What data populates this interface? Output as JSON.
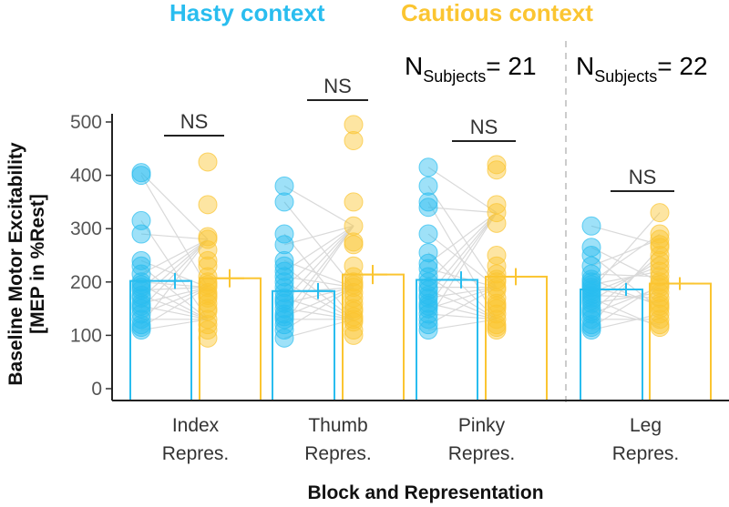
{
  "legend": [
    {
      "label": "Hasty context",
      "color": "#29BDEF"
    },
    {
      "label": "Cautious context",
      "color": "#FBC531"
    }
  ],
  "subject_counts": [
    {
      "prefix": "N",
      "sub": "Subjects",
      "suffix": "= 21"
    },
    {
      "prefix": "N",
      "sub": "Subjects",
      "suffix": "= 22"
    }
  ],
  "axes": {
    "ylabel_line1": "Baseline Motor Excitability",
    "ylabel_line2": "[MEP in %Rest]",
    "xlabel": "Block and Representation"
  },
  "colors": {
    "hasty": "#29BDEF",
    "cautious": "#FBC531",
    "connector": "#d9d9d9",
    "separator": "#cccccc"
  },
  "chart_data": {
    "type": "bar",
    "title": "",
    "xlabel": "Block and Representation",
    "ylabel": "Baseline Motor Excitability [MEP in %Rest]",
    "ylim": [
      0,
      520
    ],
    "yticks": [
      0,
      100,
      200,
      300,
      400,
      500
    ],
    "categories": [
      {
        "line1": "Index",
        "line2": "Repres."
      },
      {
        "line1": "Thumb",
        "line2": "Repres."
      },
      {
        "line1": "Pinky",
        "line2": "Repres."
      },
      {
        "line1": "Leg",
        "line2": "Repres."
      }
    ],
    "significance": [
      "NS",
      "NS",
      "NS",
      "NS"
    ],
    "series": [
      {
        "name": "Hasty context",
        "values": [
          202,
          183,
          204,
          186
        ],
        "errors": [
          15,
          15,
          16,
          12
        ]
      },
      {
        "name": "Cautious context",
        "values": [
          207,
          214,
          210,
          197
        ],
        "errors": [
          17,
          18,
          16,
          12
        ]
      }
    ],
    "subjects": [
      {
        "hasty": [
          405,
          400,
          315,
          290,
          240,
          230,
          215,
          200,
          195,
          190,
          185,
          175,
          170,
          160,
          155,
          150,
          140,
          130,
          120,
          115,
          110
        ],
        "cautious": [
          425,
          345,
          285,
          280,
          260,
          240,
          230,
          210,
          200,
          195,
          190,
          180,
          175,
          170,
          160,
          150,
          145,
          130,
          120,
          110,
          95
        ]
      },
      {
        "hasty": [
          380,
          350,
          290,
          270,
          240,
          230,
          220,
          210,
          200,
          190,
          180,
          170,
          165,
          160,
          150,
          140,
          135,
          130,
          120,
          110,
          95
        ],
        "cautious": [
          495,
          465,
          350,
          305,
          275,
          270,
          230,
          210,
          200,
          195,
          190,
          180,
          170,
          160,
          150,
          145,
          135,
          130,
          125,
          110,
          100
        ]
      },
      {
        "hasty": [
          415,
          380,
          350,
          340,
          290,
          255,
          235,
          225,
          210,
          200,
          190,
          185,
          175,
          170,
          160,
          155,
          150,
          140,
          130,
          120,
          110
        ],
        "cautious": [
          420,
          410,
          345,
          330,
          310,
          250,
          230,
          215,
          205,
          200,
          190,
          185,
          170,
          160,
          155,
          150,
          140,
          130,
          120,
          115,
          110
        ]
      },
      {
        "hasty": [
          305,
          265,
          250,
          230,
          215,
          205,
          200,
          195,
          190,
          185,
          180,
          175,
          170,
          165,
          160,
          150,
          145,
          140,
          130,
          120,
          115,
          110
        ],
        "cautious": [
          330,
          290,
          280,
          270,
          265,
          250,
          240,
          230,
          220,
          210,
          200,
          195,
          190,
          180,
          170,
          160,
          155,
          150,
          140,
          130,
          120,
          115
        ]
      }
    ]
  }
}
